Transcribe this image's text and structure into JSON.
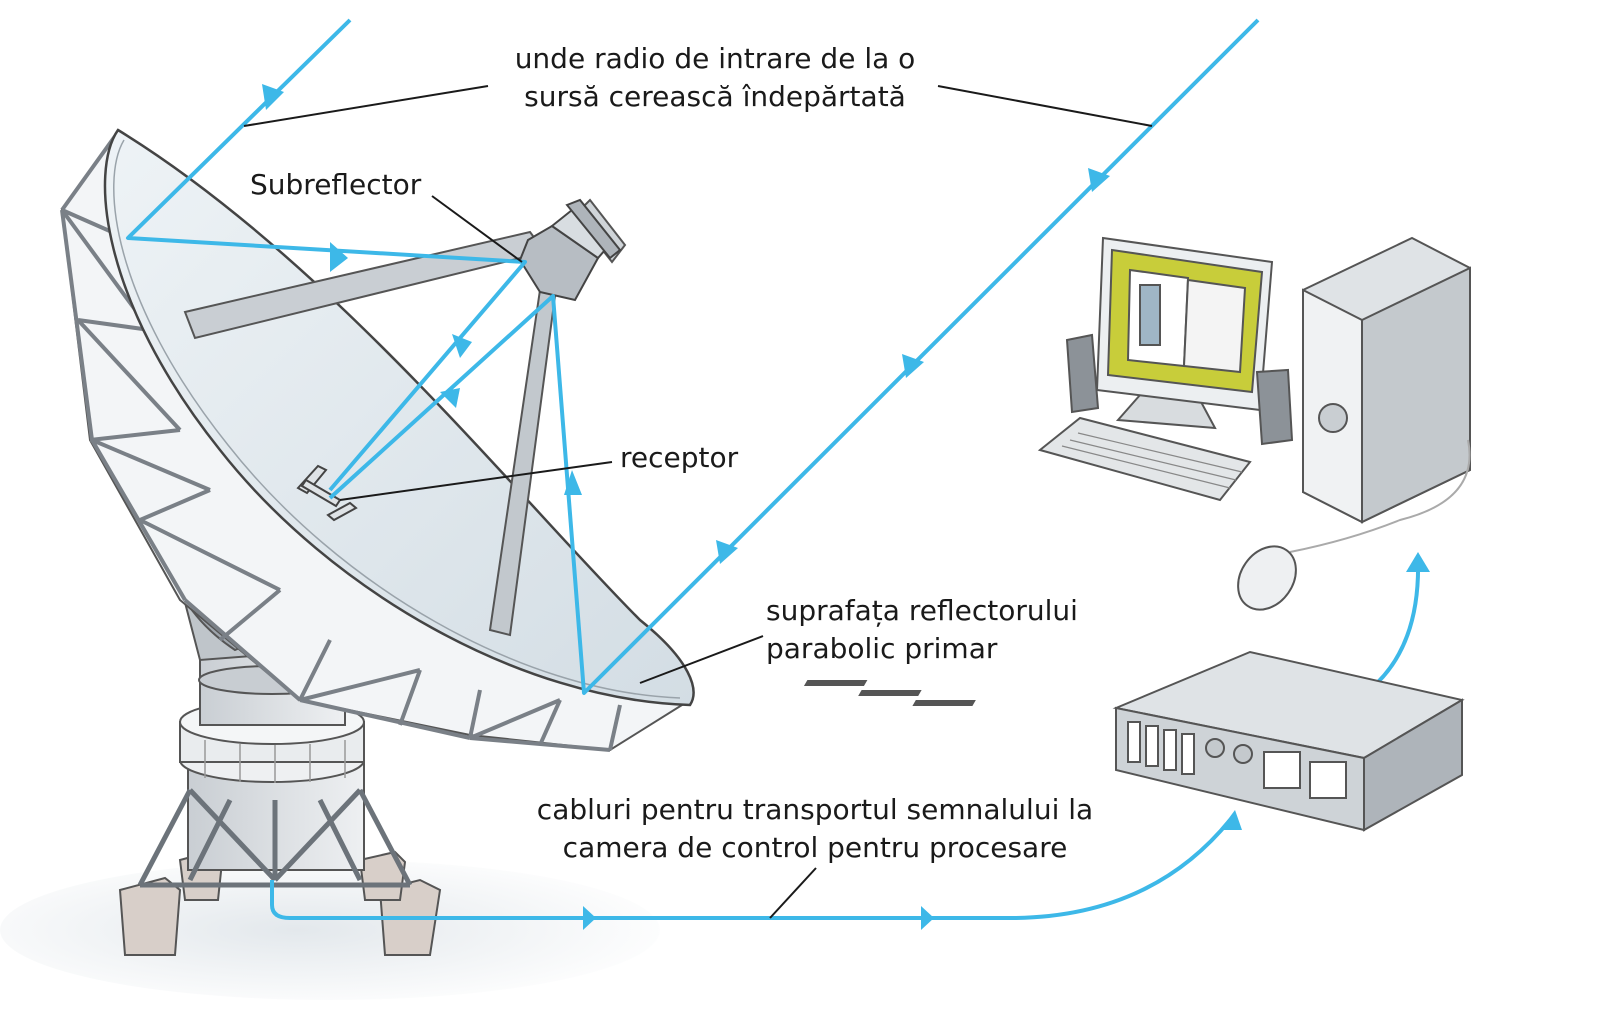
{
  "labels": {
    "incoming_waves": {
      "line1": "unde radio de intrare de la o",
      "line2": "sursă cerească îndepărtată"
    },
    "subreflector": "Subreflector",
    "receiver": "receptor",
    "primary_surface": {
      "line1": "suprafața reflectorului",
      "line2": "parabolic primar"
    },
    "cables": {
      "line1": "cabluri pentru transportul semnalului la",
      "line2": "camera de control pentru procesare"
    }
  },
  "colors": {
    "signal": "#3db8e8",
    "leader": "#1a1a1a",
    "dish_surface": "#e4ecf1",
    "structure": "#b9bec4"
  }
}
